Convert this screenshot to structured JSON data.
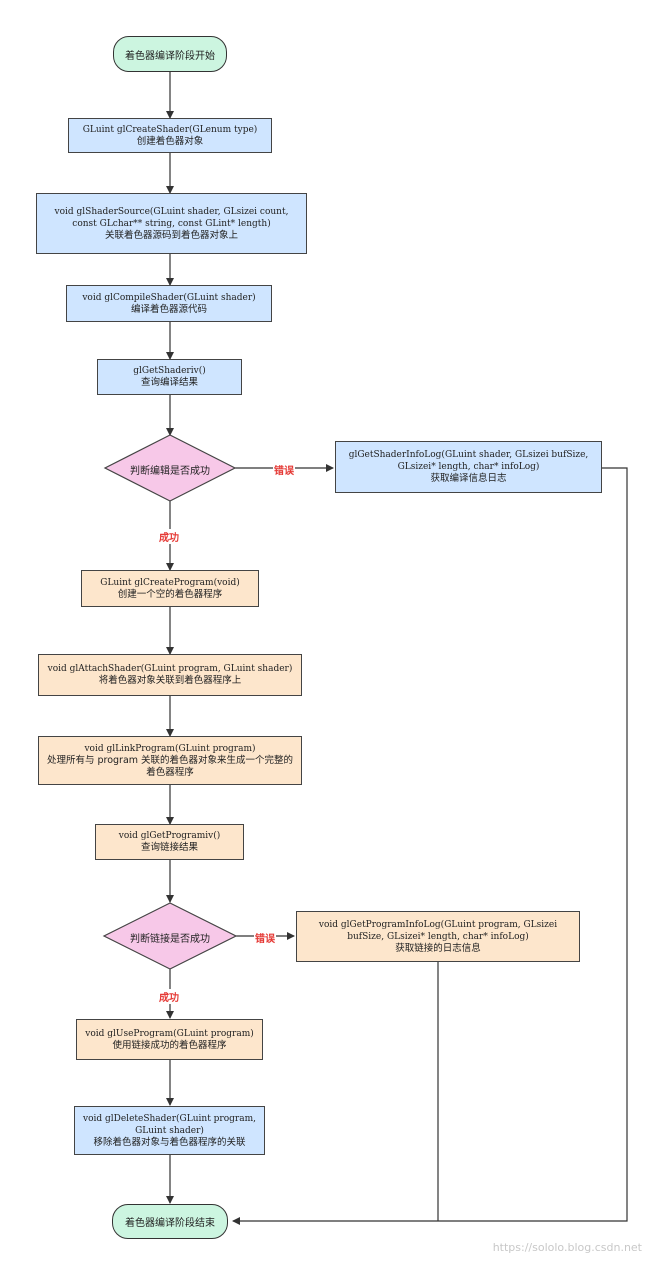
{
  "start": "着色器编译阶段开始",
  "end": "着色器编译阶段结束",
  "nodes": {
    "create_shader": {
      "code": "GLuint glCreateShader(GLenum type)",
      "desc": "创建着色器对象"
    },
    "shader_source": {
      "code": "void glShaderSource(GLuint shader, GLsizei count, const GLchar** string, const GLint* length)",
      "desc": "关联着色器源码到着色器对象上"
    },
    "compile_shader": {
      "code": "void glCompileShader(GLuint shader)",
      "desc": "编译着色器源代码"
    },
    "get_shaderiv": {
      "code": "glGetShaderiv()",
      "desc": "查询编译结果"
    },
    "decision_compile": "判断编辑是否成功",
    "shader_info_log": {
      "code": "glGetShaderInfoLog(GLuint shader, GLsizei bufSize, GLsizei* length, char* infoLog)",
      "desc": "获取编译信息日志"
    },
    "create_program": {
      "code": "GLuint glCreateProgram(void)",
      "desc": "创建一个空的着色器程序"
    },
    "attach_shader": {
      "code": "void glAttachShader(GLuint program, GLuint shader)",
      "desc": "将着色器对象关联到着色器程序上"
    },
    "link_program": {
      "code": "void glLinkProgram(GLuint program)",
      "desc": "处理所有与 program 关联的着色器对象来生成一个完整的着色器程序"
    },
    "get_programiv": {
      "code": "void glGetProgramiv()",
      "desc": "查询链接结果"
    },
    "decision_link": "判断链接是否成功",
    "program_info_log": {
      "code": "void glGetProgramInfoLog(GLuint program, GLsizei bufSize, GLsizei* length, char* infoLog)",
      "desc": "获取链接的日志信息"
    },
    "use_program": {
      "code": "void glUseProgram(GLuint program)",
      "desc": "使用链接成功的着色器程序"
    },
    "delete_shader": {
      "code": "void glDeleteShader(GLuint program, GLuint shader)",
      "desc": "移除着色器对象与着色器程序的关联"
    }
  },
  "edge_labels": {
    "compile_error": "错误",
    "compile_success": "成功",
    "link_error": "错误",
    "link_success": "成功"
  },
  "colors": {
    "terminal": "#ccf5e0",
    "shader_stage": "#cfe5ff",
    "program_stage": "#fde6cc",
    "decision": "#f7c8e8",
    "edge_label": "#e53935"
  },
  "watermark": "https://sololo.blog.csdn.net"
}
